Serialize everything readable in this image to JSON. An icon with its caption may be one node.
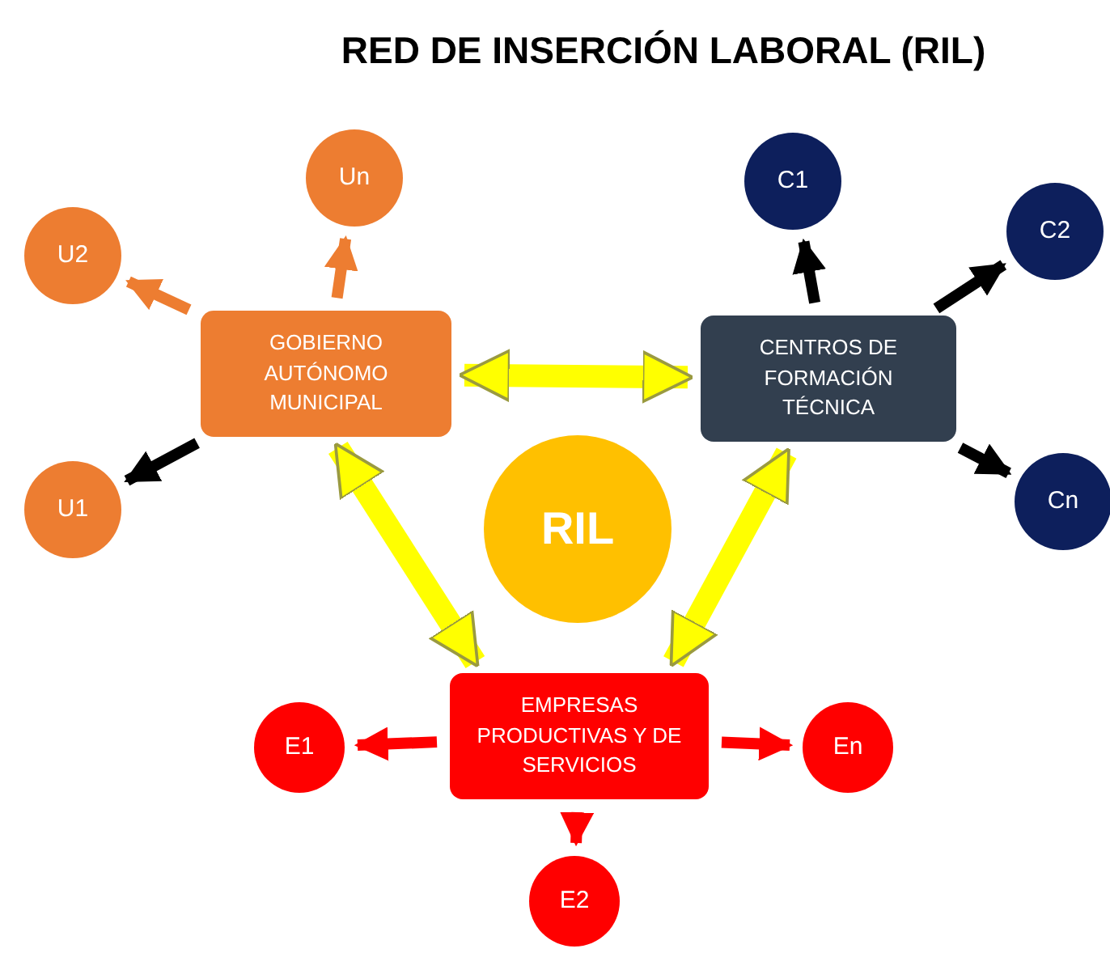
{
  "diagram": {
    "title": "RED DE INSERCIÓN LABORAL (RIL)",
    "nodes": [
      {
        "text": [
          "GOBIERNO AUTÓNOMO MUNICIPAL"
        ]
      },
      {
        "text": [
          "Un"
        ]
      },
      {
        "text": [
          "U2"
        ]
      },
      {
        "text": [
          "U1"
        ]
      },
      {
        "text": [
          "CENTROS DE FORMACIÓN TÉCNICA"
        ]
      },
      {
        "text": [
          "C1"
        ]
      },
      {
        "text": [
          "C2"
        ]
      },
      {
        "text": [
          "Cn"
        ]
      },
      {
        "text": [
          "RIL"
        ]
      },
      {
        "text": [
          "EMPRESAS PRODUCTIVAS Y DE SERVICIOS"
        ]
      },
      {
        "text": [
          "E1"
        ]
      },
      {
        "text": [
          "En"
        ]
      },
      {
        "text": [
          "E2"
        ]
      }
    ],
    "edges": [
      {
        "from": 0,
        "to": 1,
        "arrow": "to",
        "color": "#ed7d31"
      },
      {
        "from": 0,
        "to": 2,
        "arrow": "to",
        "color": "#ed7d31"
      },
      {
        "from": 0,
        "to": 3,
        "arrow": "to"
      },
      {
        "from": 4,
        "to": 5,
        "arrow": "to"
      },
      {
        "from": 4,
        "to": 6,
        "arrow": "to"
      },
      {
        "from": 4,
        "to": 7,
        "arrow": "to"
      },
      {
        "from": 9,
        "to": 10,
        "arrow": "to",
        "color": "#ff0000"
      },
      {
        "from": 9,
        "to": 11,
        "arrow": "to",
        "color": "#ff0000"
      },
      {
        "from": 9,
        "to": 12,
        "arrow": "to",
        "color": "#ff0000"
      },
      {
        "from": 0,
        "to": 4,
        "arrow": "both",
        "style": "thick",
        "color": "#ffff00"
      },
      {
        "from": 0,
        "to": 9,
        "arrow": "both",
        "style": "thick",
        "color": "#ffff00"
      },
      {
        "from": 4,
        "to": 9,
        "arrow": "both",
        "style": "thick",
        "color": "#ffff00"
      }
    ]
  }
}
